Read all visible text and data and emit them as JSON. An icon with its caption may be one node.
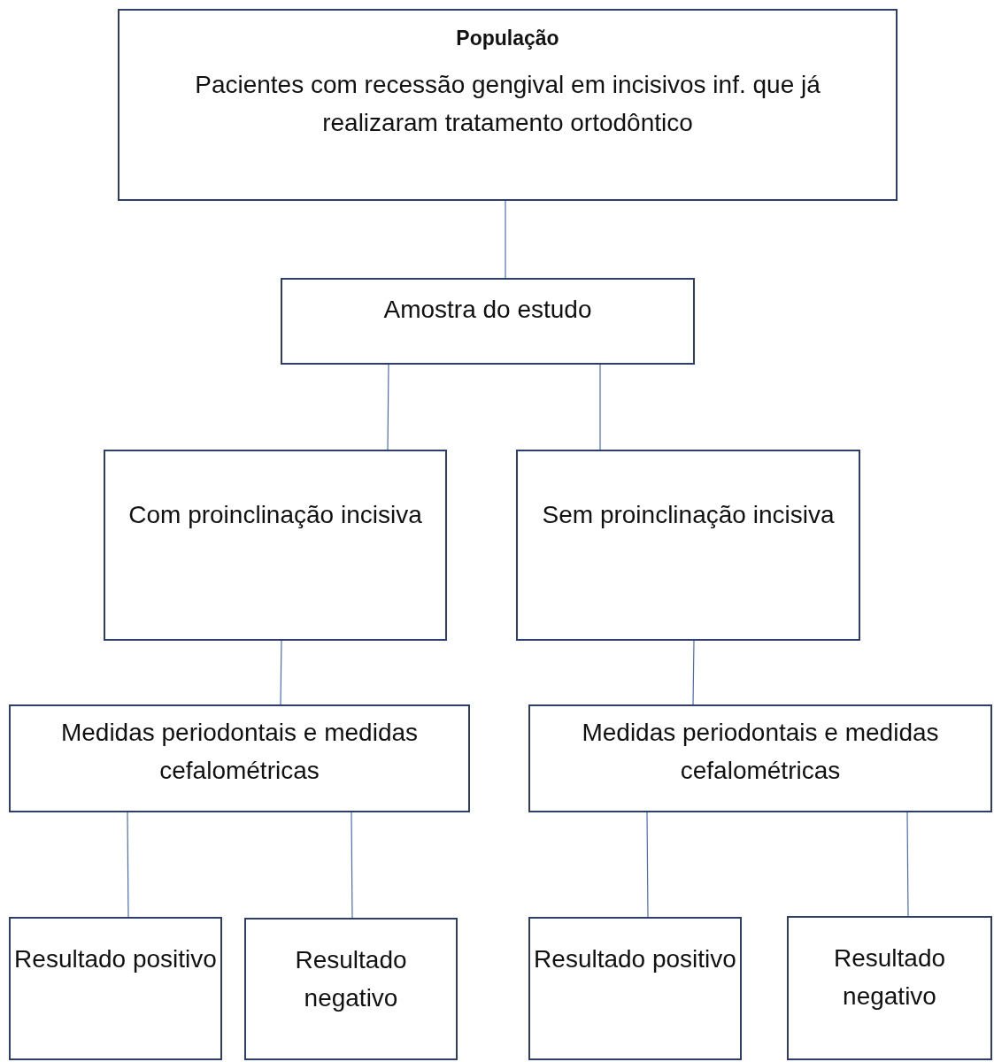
{
  "diagram": {
    "nodes": [
      {
        "text": [
          "População",
          "Pacientes com recessão gengival em incisivos inf. que já realizaram tratamento ortodôntico"
        ]
      },
      {
        "text": [
          "Amostra do estudo"
        ]
      },
      {
        "text": [
          "Com proinclinação incisiva"
        ]
      },
      {
        "text": [
          "Sem proinclinação incisiva"
        ]
      },
      {
        "text": [
          "Medidas periodontais e medidas cefalométricas"
        ]
      },
      {
        "text": [
          "Medidas periodontais e medidas cefalométricas"
        ]
      },
      {
        "text": [
          "Resultado positivo"
        ]
      },
      {
        "text": [
          "Resultado negativo"
        ]
      },
      {
        "text": [
          "Resultado positivo"
        ]
      },
      {
        "text": [
          "Resultado negativo"
        ]
      }
    ],
    "edges": [
      {
        "from": 0,
        "to": 1,
        "arrow": "none"
      },
      {
        "from": 1,
        "to": 2,
        "arrow": "none"
      },
      {
        "from": 1,
        "to": 3,
        "arrow": "none"
      },
      {
        "from": 2,
        "to": 4,
        "arrow": "none"
      },
      {
        "from": 3,
        "to": 5,
        "arrow": "none"
      },
      {
        "from": 4,
        "to": 6,
        "arrow": "none"
      },
      {
        "from": 4,
        "to": 7,
        "arrow": "none"
      },
      {
        "from": 5,
        "to": 8,
        "arrow": "none"
      },
      {
        "from": 5,
        "to": 9,
        "arrow": "none"
      }
    ]
  }
}
